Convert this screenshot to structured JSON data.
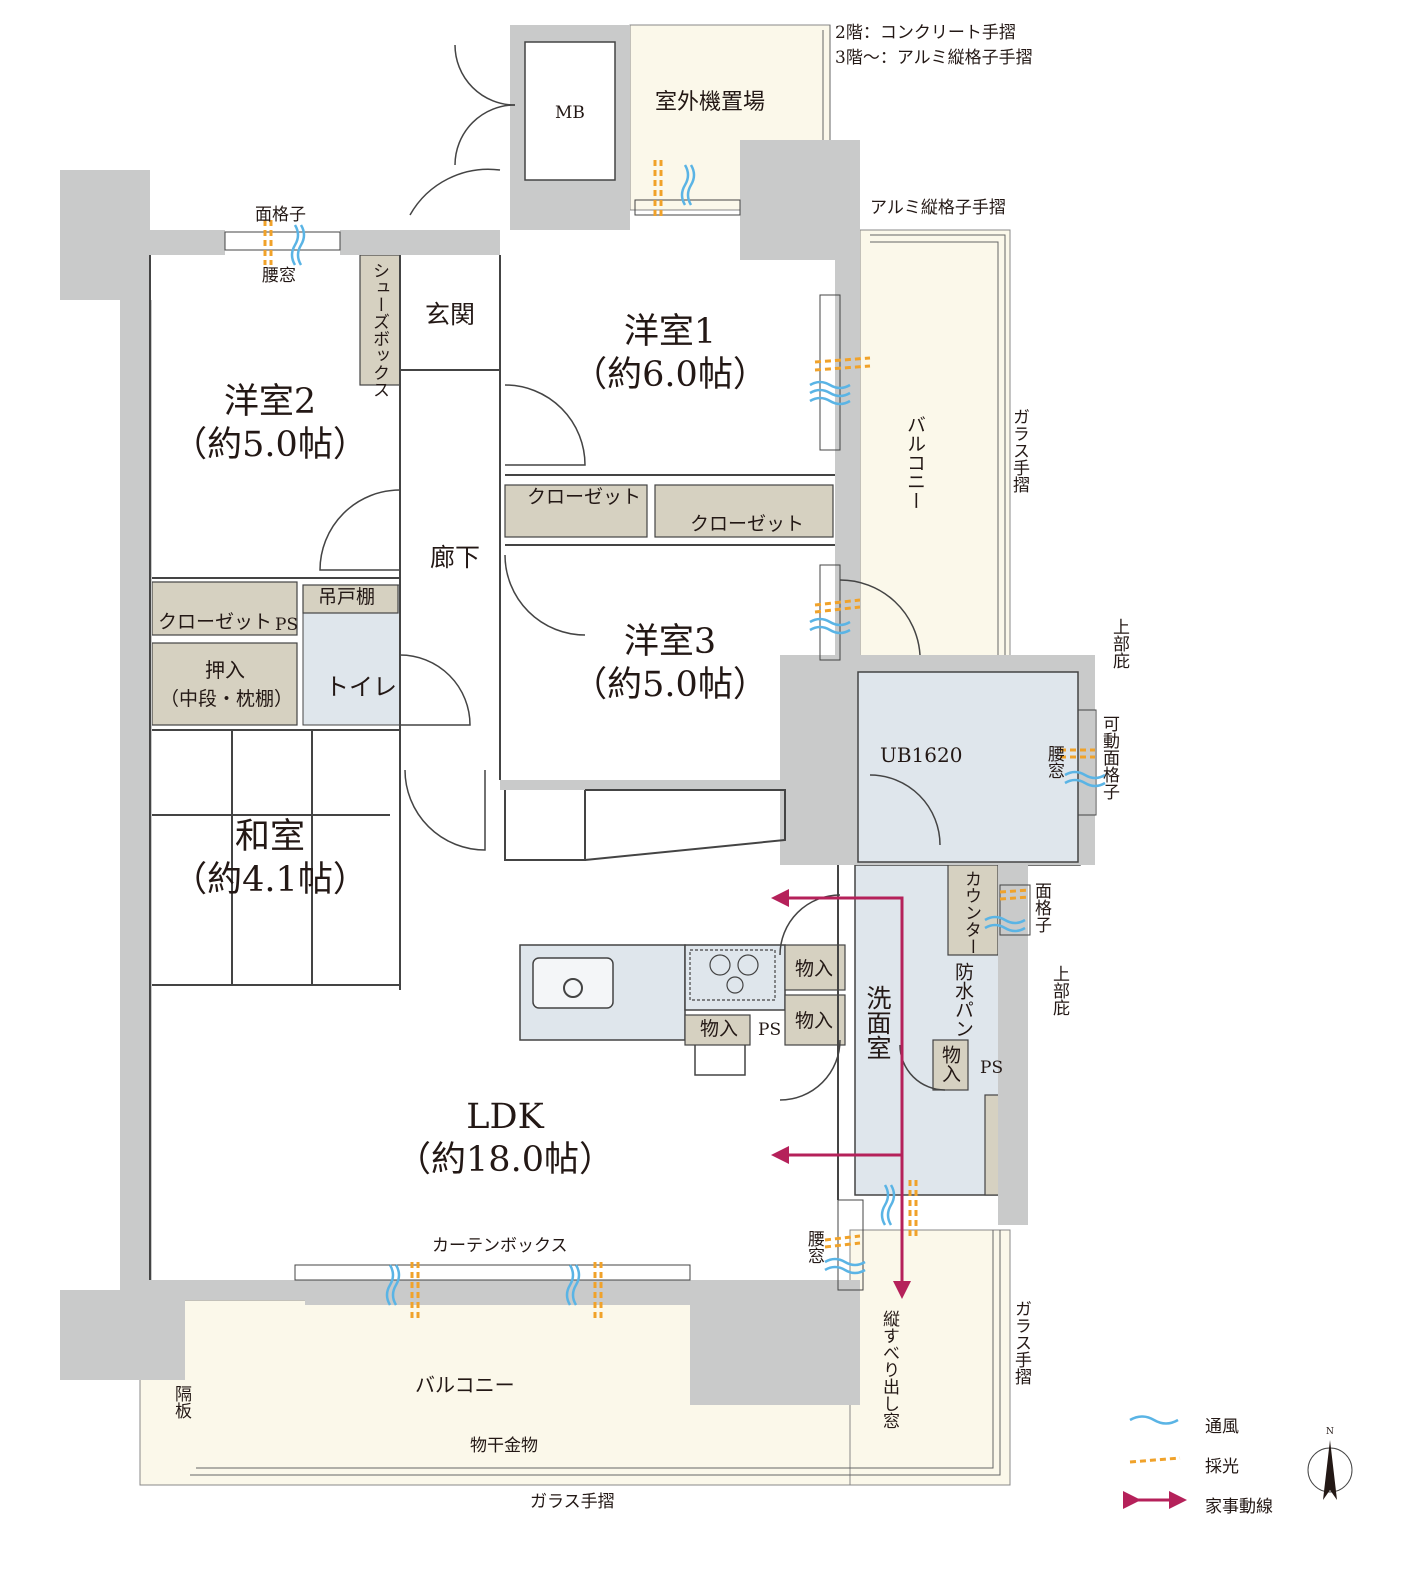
{
  "notes": {
    "handrail_line1": "2階：コンクリート手摺",
    "handrail_line2": "3階～：アルミ縦格子手摺",
    "alum_rail": "アルミ縦格子手摺",
    "glass_rail": "ガラス手摺",
    "upper_eave": "上部庇",
    "movable_grille": "可動面格子",
    "waist_window": "腰窓",
    "face_grille": "面格子",
    "curtain_box": "カーテンボックス",
    "drying_hardware": "物干金物",
    "partition": "隔板",
    "slide_window": "縦すべり出し窓"
  },
  "rooms": {
    "mb": "MB",
    "outdoor_unit": "室外機置場",
    "entrance": "玄関",
    "shoe_box": "シューズボックス",
    "room1": {
      "name": "洋室1",
      "area": "（約6.0帖）"
    },
    "room2": {
      "name": "洋室2",
      "area": "（約5.0帖）"
    },
    "room3": {
      "name": "洋室3",
      "area": "（約5.0帖）"
    },
    "washitsu": {
      "name": "和室",
      "area": "（約4.1帖）"
    },
    "ldk": {
      "name": "LDK",
      "area": "（約18.0帖）"
    },
    "hallway": "廊下",
    "closet": "クローゼット",
    "ps": "PS",
    "hanging_shelf": "吊戸棚",
    "toilet": "トイレ",
    "oshiire": "押入",
    "oshiire_sub": "（中段・枕棚）",
    "ub": "UB1620",
    "counter": "カウンター",
    "waterproof_pan": "防水パン",
    "washroom": "洗面室",
    "storage": "物入",
    "balcony": "バルコニー"
  },
  "legend": {
    "ventilation": "通風",
    "lighting": "採光",
    "housework_route": "家事動線",
    "north": "N"
  },
  "colors": {
    "wall": "#c9caca",
    "balcony": "#fbf8ea",
    "storage": "#d6d1c1",
    "wet": "#dfe6ec",
    "ventilation": "#5ab4e5",
    "lighting": "#f0a22a",
    "route": "#b5215a"
  }
}
